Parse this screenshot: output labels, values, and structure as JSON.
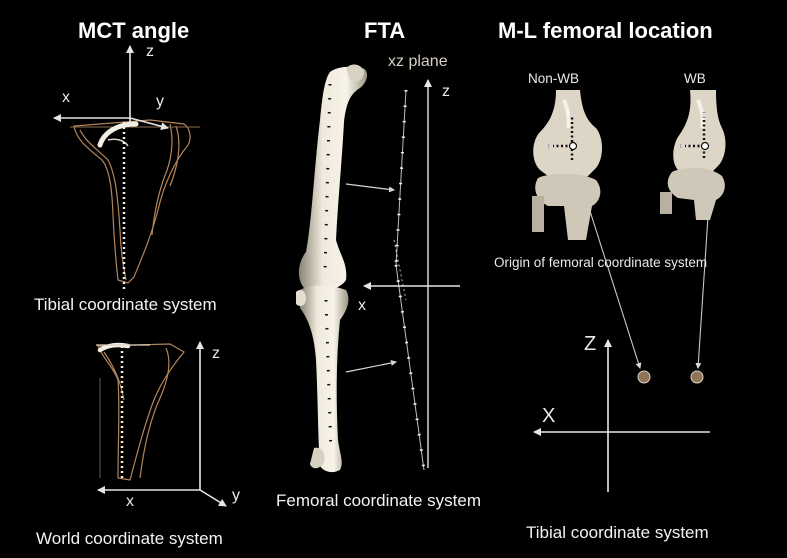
{
  "panels": {
    "mct": {
      "title": "MCT angle",
      "axis_z_top": "z",
      "axis_x_top": "x",
      "axis_y_top": "y",
      "caption_tibial": "Tibial coordinate system",
      "axis_z_world": "z",
      "axis_x_world": "x",
      "axis_y_world": "y",
      "caption_world": "World coordinate system"
    },
    "fta": {
      "title": "FTA",
      "plane_label": "xz plane",
      "axis_z": "z",
      "axis_x": "x",
      "caption": "Femoral coordinate system"
    },
    "ml": {
      "title": "M-L femoral location",
      "label_nonwb": "Non-WB",
      "label_wb": "WB",
      "origin_label": "Origin of femoral coordinate system",
      "axis_z": "Z",
      "axis_x": "X",
      "caption": "Tibial coordinate system"
    }
  },
  "colors": {
    "background": "#000000",
    "bone": "#ece6d6",
    "outline": "#b3865a",
    "marker_fill": "#8f7458"
  }
}
